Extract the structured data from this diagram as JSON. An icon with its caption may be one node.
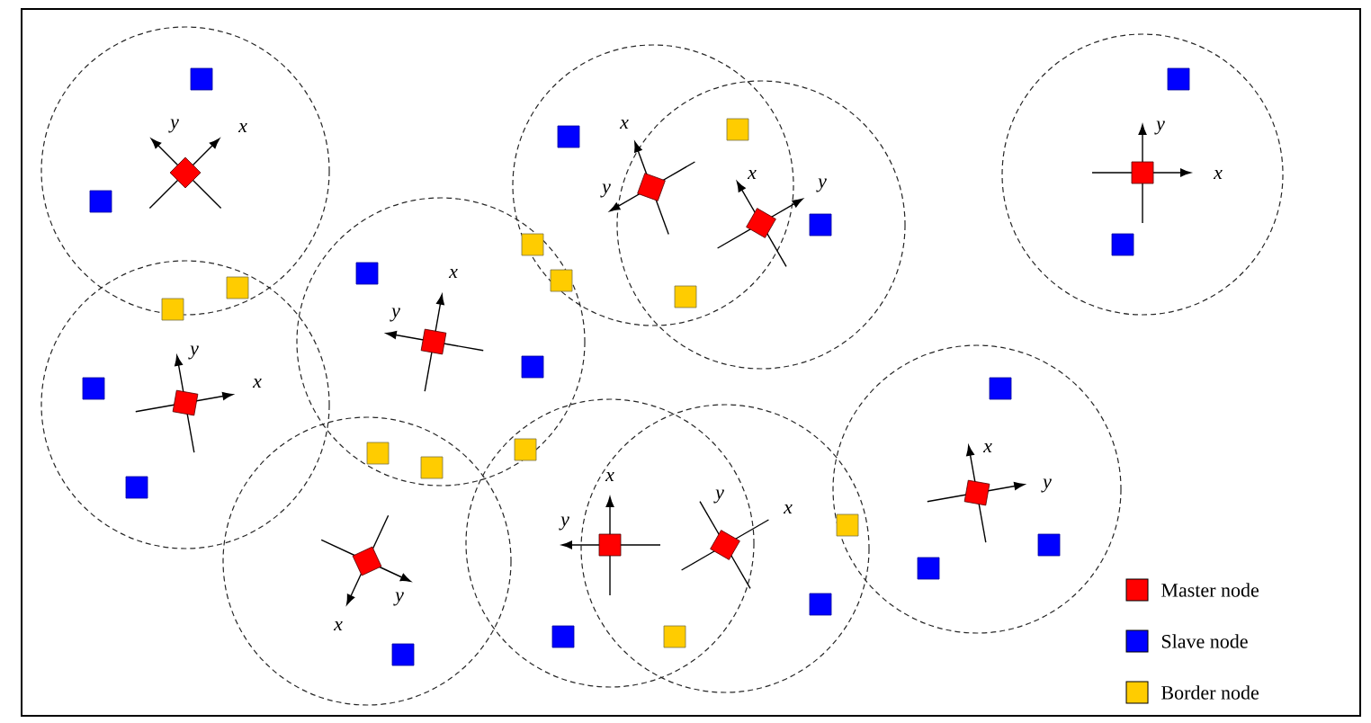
{
  "diagram": {
    "labels": [
      "y",
      "x",
      "x",
      "y",
      "x",
      "y",
      "y",
      "x",
      "x",
      "y",
      "y",
      "x",
      "x",
      "y",
      "x",
      "y",
      "y",
      "x",
      "y",
      "x"
    ],
    "legend": [
      {
        "text": "Master node",
        "color": "#ff0000"
      },
      {
        "text": "Slave node",
        "color": "#0000ff"
      },
      {
        "text": "Border node",
        "color": "#ffcc00"
      }
    ]
  }
}
